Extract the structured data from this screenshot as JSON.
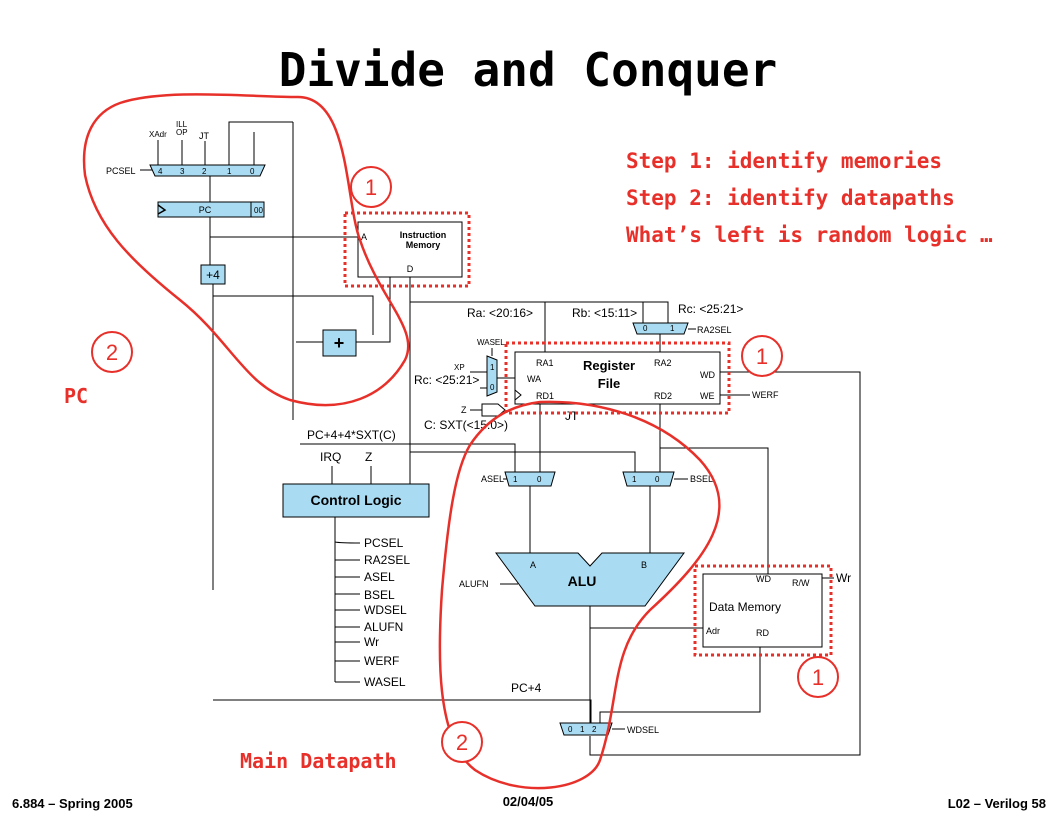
{
  "title": "Divide and Conquer",
  "steps": {
    "step1": "Step 1: identify memories",
    "step2": "Step 2: identify datapaths",
    "rest": "What’s left is random logic …"
  },
  "region_labels": {
    "pc": "PC",
    "main_datapath": "Main Datapath"
  },
  "circle_numbers": {
    "instr_mem": "1",
    "reg_file": "1",
    "data_mem": "1",
    "pc": "2",
    "datapath": "2"
  },
  "footer": {
    "left": "6.884 – Spring 2005",
    "center": "02/04/05",
    "right": "L02 – Verilog   58"
  },
  "diagram": {
    "pc_mux": {
      "xadr": "XAdr",
      "ill": "ILL",
      "op": "OP",
      "jt": "JT",
      "pcsel": "PCSEL",
      "inputs": [
        "4",
        "3",
        "2",
        "1",
        "0"
      ]
    },
    "pc_reg": {
      "label": "PC",
      "low": "00"
    },
    "plus4": "+4",
    "adder": "+",
    "imem": {
      "title_line1": "Instruction",
      "title_line2": "Memory",
      "a": "A",
      "d": "D"
    },
    "fields": {
      "ra": "Ra: <20:16>",
      "rb": "Rb: <15:11>",
      "rc_top": "Rc: <25:21>",
      "rc_left": "Rc: <25:21>",
      "sxt": "C: SXT(<15:0>)",
      "ra2sel": "RA2SEL",
      "ra2sel_mux": [
        "0",
        "1"
      ],
      "wasel": "WASEL",
      "xp": "XP",
      "wasel_mux": [
        "1",
        "0"
      ]
    },
    "regfile": {
      "title_line1": "Register",
      "title_line2": "File",
      "ra1": "RA1",
      "ra2": "RA2",
      "wa": "WA",
      "wd": "WD",
      "rd1": "RD1",
      "rd2": "RD2",
      "we": "WE",
      "werf": "WERF"
    },
    "z": "Z",
    "jt": "JT",
    "pc_branch": "PC+4+4*SXT(C)",
    "irq": "IRQ",
    "z2": "Z",
    "control": "Control Logic",
    "control_signals": [
      "PCSEL",
      "RA2SEL",
      "ASEL",
      "BSEL",
      "WDSEL",
      "ALUFN",
      "Wr",
      "WERF",
      "WASEL"
    ],
    "asel": "ASEL",
    "asel_mux": [
      "1",
      "0"
    ],
    "bsel": "BSEL",
    "bsel_mux": [
      "1",
      "0"
    ],
    "alu": {
      "label": "ALU",
      "a": "A",
      "b": "B",
      "alufn": "ALUFN"
    },
    "dmem": {
      "title": "Data Memory",
      "wd": "WD",
      "rw": "R/W",
      "adr": "Adr",
      "rd": "RD",
      "wr": "Wr"
    },
    "pc4": "PC+4",
    "wdsel": "WDSEL",
    "wdsel_mux": [
      "0",
      "1",
      "2"
    ]
  }
}
